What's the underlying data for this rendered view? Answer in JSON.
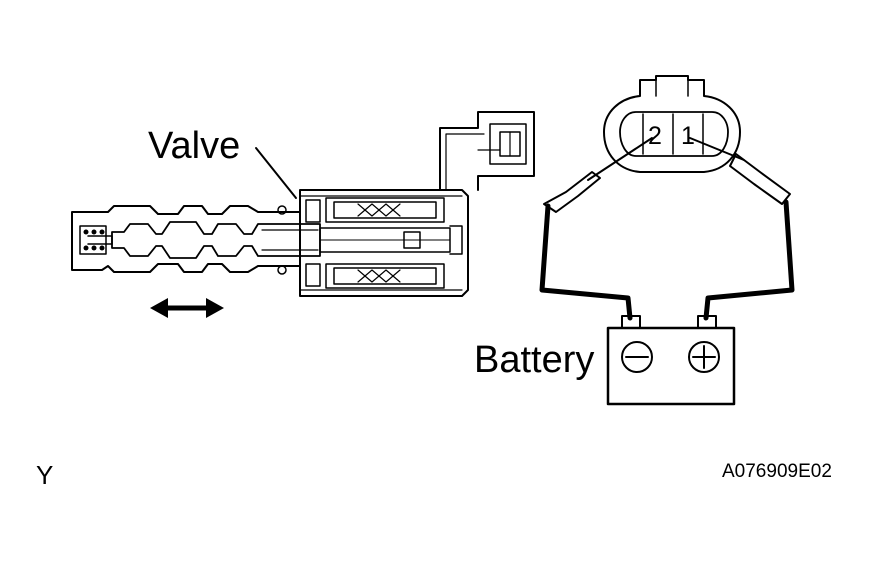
{
  "labels": {
    "valve": "Valve",
    "battery": "Battery",
    "corner_letter": "Y",
    "figure_code": "A076909E02"
  },
  "connector": {
    "pin_left": "2",
    "pin_right": "1"
  },
  "battery_terminals": {
    "negative_icon": "minus-circle-icon",
    "positive_icon": "plus-circle-icon"
  },
  "colors": {
    "line": "#000000",
    "background": "#ffffff"
  }
}
